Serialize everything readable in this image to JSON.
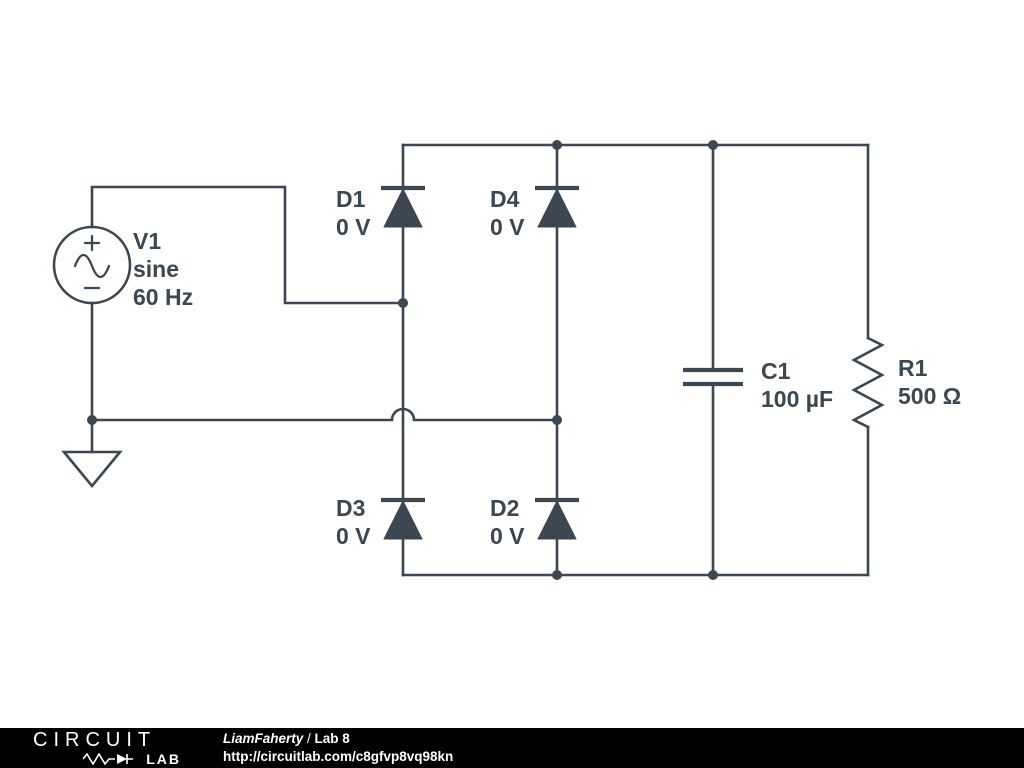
{
  "colors": {
    "schematic": "#3c4750",
    "canvas_bg": "#ffffff",
    "footer_bg": "#000000",
    "footer_fg": "#ffffff"
  },
  "components": {
    "v1": {
      "name": "V1",
      "waveform": "sine",
      "frequency": "60 Hz"
    },
    "d1": {
      "name": "D1",
      "voltage": "0 V"
    },
    "d4": {
      "name": "D4",
      "voltage": "0 V"
    },
    "d3": {
      "name": "D3",
      "voltage": "0 V"
    },
    "d2": {
      "name": "D2",
      "voltage": "0 V"
    },
    "c1": {
      "name": "C1",
      "value": "100 µF"
    },
    "r1": {
      "name": "R1",
      "value": "500 Ω"
    }
  },
  "footer": {
    "logo_top": "CIRCUIT",
    "logo_bottom": "LAB",
    "author": "LiamFaherty",
    "separator": " / ",
    "project": "Lab 8",
    "url": "http://circuitlab.com/c8gfvp8vq98kn"
  }
}
